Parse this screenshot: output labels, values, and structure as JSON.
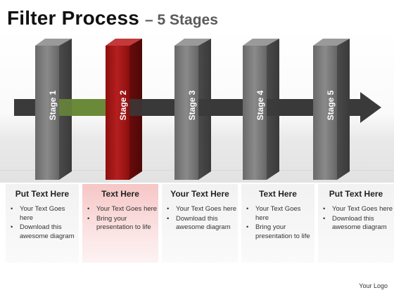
{
  "title": {
    "main": "Filter Process",
    "sub": "– 5 Stages"
  },
  "colors": {
    "arrow": "#3a3a3a",
    "arrow_filter_segment": "#6a8a3a",
    "panel_gray": "#7a7a7a",
    "panel_red": "#a81818",
    "highlight_box": "#f6c6c6"
  },
  "stages": [
    {
      "label": "Stage 1",
      "highlight": false
    },
    {
      "label": "Stage 2",
      "highlight": true
    },
    {
      "label": "Stage 3",
      "highlight": false
    },
    {
      "label": "Stage 4",
      "highlight": false
    },
    {
      "label": "Stage 5",
      "highlight": false
    }
  ],
  "boxes": [
    {
      "heading": "Put Text Here",
      "bullets": [
        "Your Text Goes here",
        "Download this awesome diagram"
      ]
    },
    {
      "heading": "Text Here",
      "bullets": [
        "Your Text Goes here",
        "Bring your presentation to life"
      ]
    },
    {
      "heading": "Your Text Here",
      "bullets": [
        "Your Text Goes here",
        "Download this awesome diagram"
      ]
    },
    {
      "heading": "Text Here",
      "bullets": [
        "Your Text Goes here",
        "Bring your presentation to life"
      ]
    },
    {
      "heading": "Put Text Here",
      "bullets": [
        "Your Text Goes here",
        "Download this awesome diagram"
      ]
    }
  ],
  "footer": {
    "logo": "Your Logo"
  }
}
